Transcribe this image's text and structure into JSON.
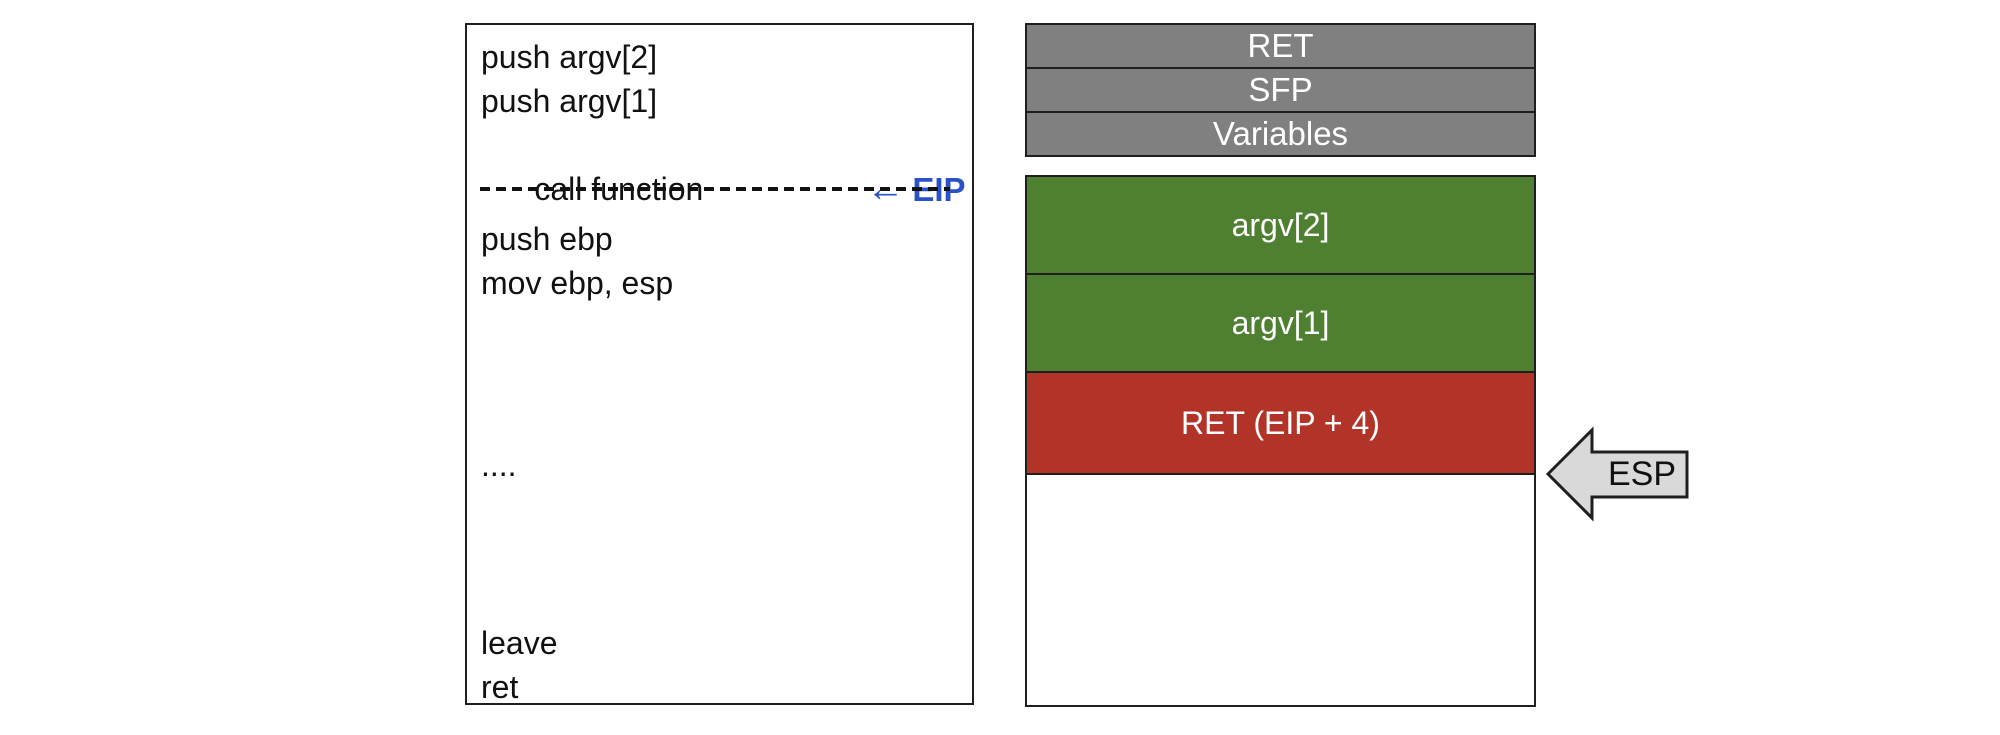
{
  "colors": {
    "ink": "#1f1f1f",
    "row-gray": "#808080",
    "arg-green": "#4f8032",
    "ret-red": "#b23429",
    "eip-blue": "#2a52c8",
    "arrow-fill": "#d9d9d9",
    "label-white": "#ffffff"
  },
  "code_panel": {
    "lines": [
      "push argv[2]",
      "push argv[1]",
      "call function",
      "push ebp",
      "mov ebp, esp",
      "....",
      "leave",
      "ret"
    ],
    "eip_marker": {
      "arrow_glyph": "←",
      "label": "EIP"
    }
  },
  "stack_panel": {
    "upper_rows": [
      "RET",
      "SFP",
      "Variables"
    ],
    "lower_rows": [
      "argv[2]",
      "argv[1]",
      "RET (EIP + 4)"
    ]
  },
  "esp_marker": {
    "label": "ESP"
  }
}
